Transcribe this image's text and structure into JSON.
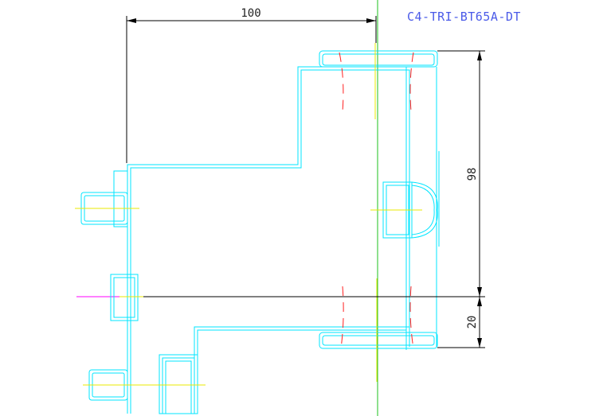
{
  "drawing": {
    "title": "C4-TRI-BT65A-DT",
    "dimensions": [
      {
        "name": "width-dimension",
        "value": "100"
      },
      {
        "name": "height-dimension",
        "value": "98"
      },
      {
        "name": "offset-dimension",
        "value": "20"
      }
    ]
  },
  "colors": {
    "outline": "#00e5ff",
    "dimension": "#000000",
    "centerline": "#e8e800",
    "hidden": "#ff2020",
    "axis_y": "#1ec01e",
    "axis_x": "#ff00ff",
    "title": "#4a5ae8"
  }
}
